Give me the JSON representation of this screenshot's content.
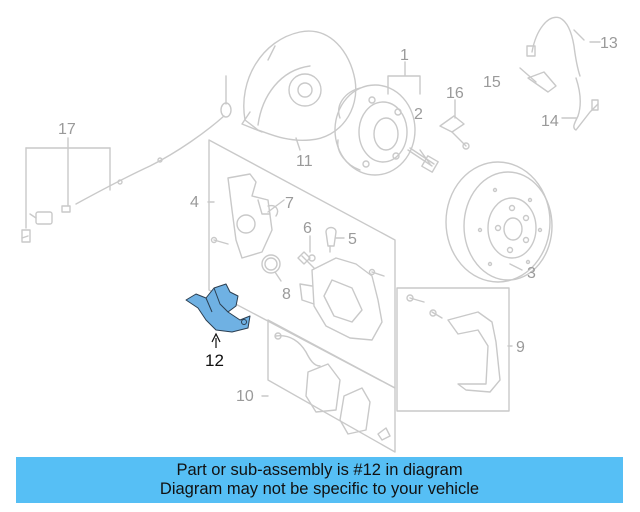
{
  "diagram": {
    "highlight_color": "#6fb1e3",
    "part_color": "#c9c9c9",
    "labels": {
      "p1": "1",
      "p2": "2",
      "p3": "3",
      "p4": "4",
      "p5": "5",
      "p6": "6",
      "p7": "7",
      "p8": "8",
      "p9": "9",
      "p10": "10",
      "p11": "11",
      "p12": "12",
      "p13": "13",
      "p14": "14",
      "p15": "15",
      "p16": "16",
      "p17": "17"
    }
  },
  "banner": {
    "background": "#56bff5",
    "line1": "Part or sub-assembly is #12 in diagram",
    "line2": "Diagram may not be specific to your vehicle"
  }
}
